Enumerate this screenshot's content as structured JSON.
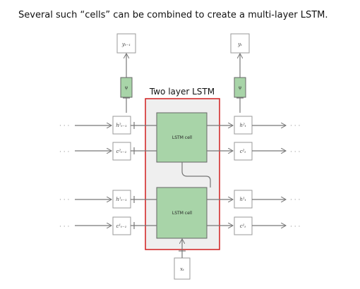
{
  "caption": "Several such “cells” can be combined to create a multi-layer LSTM.",
  "diagram": {
    "title": "Two layer LSTM",
    "cell_label": "LSTM cell",
    "ellipsis": "· · ·",
    "output_prev": "yₜ₋₁",
    "output_curr": "yₜ",
    "activation": "ψ",
    "input": "xₜ",
    "h2_prev": "h²ₜ₋₁",
    "c2_prev": "c²ₜ₋₁",
    "h1_prev": "h¹ₜ₋₁",
    "c1_prev": "c¹ₜ₋₁",
    "h2_curr": "h²ₜ",
    "c2_curr": "c²ₜ",
    "h1_curr": "h¹ₜ",
    "c1_curr": "c¹ₜ"
  }
}
